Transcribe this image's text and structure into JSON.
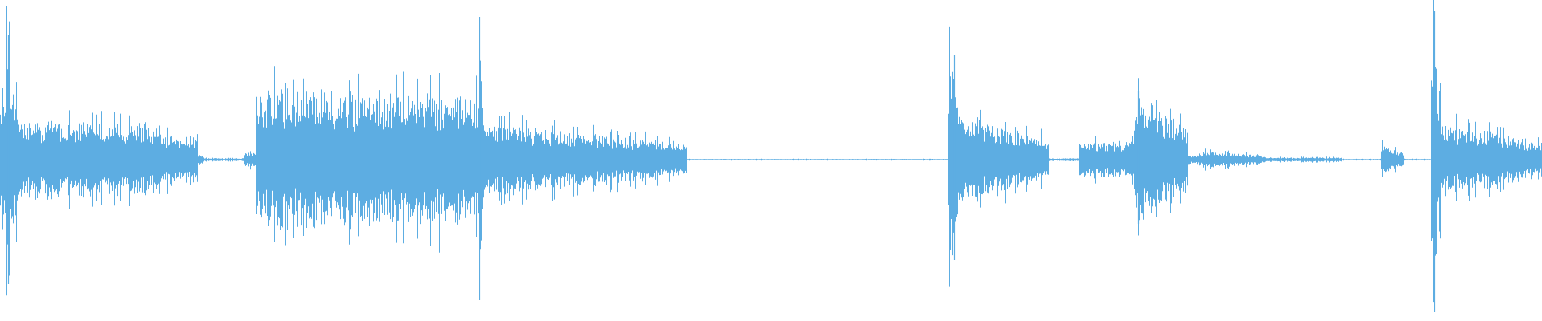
{
  "waveform": {
    "color": "#5dade2",
    "background": "#ffffff",
    "duration_fraction_shown": 1.0,
    "segments": [
      {
        "start": 0.0,
        "end": 0.004,
        "level": 0.55,
        "decay": false
      },
      {
        "start": 0.004,
        "end": 0.012,
        "level": 0.78,
        "decay": true
      },
      {
        "start": 0.012,
        "end": 0.06,
        "level": 0.26,
        "decay": false
      },
      {
        "start": 0.06,
        "end": 0.095,
        "level": 0.24,
        "decay": false
      },
      {
        "start": 0.095,
        "end": 0.128,
        "level": 0.17,
        "decay": false
      },
      {
        "start": 0.128,
        "end": 0.132,
        "level": 0.03,
        "decay": false
      },
      {
        "start": 0.132,
        "end": 0.158,
        "level": 0.01,
        "decay": false
      },
      {
        "start": 0.158,
        "end": 0.166,
        "level": 0.05,
        "decay": false
      },
      {
        "start": 0.166,
        "end": 0.31,
        "level": 0.45,
        "decay": false
      },
      {
        "start": 0.31,
        "end": 0.313,
        "level": 0.95,
        "decay": true
      },
      {
        "start": 0.313,
        "end": 0.445,
        "level": 0.25,
        "decay": true
      },
      {
        "start": 0.445,
        "end": 0.615,
        "level": 0.005,
        "decay": false
      },
      {
        "start": 0.615,
        "end": 0.623,
        "level": 0.7,
        "decay": true
      },
      {
        "start": 0.623,
        "end": 0.68,
        "level": 0.3,
        "decay": true
      },
      {
        "start": 0.68,
        "end": 0.7,
        "level": 0.01,
        "decay": false
      },
      {
        "start": 0.7,
        "end": 0.735,
        "level": 0.12,
        "decay": false
      },
      {
        "start": 0.735,
        "end": 0.77,
        "level": 0.45,
        "decay": true
      },
      {
        "start": 0.77,
        "end": 0.78,
        "level": 0.03,
        "decay": false
      },
      {
        "start": 0.78,
        "end": 0.82,
        "level": 0.06,
        "decay": true
      },
      {
        "start": 0.82,
        "end": 0.87,
        "level": 0.015,
        "decay": false
      },
      {
        "start": 0.87,
        "end": 0.895,
        "level": 0.005,
        "decay": false
      },
      {
        "start": 0.895,
        "end": 0.91,
        "level": 0.1,
        "decay": true
      },
      {
        "start": 0.91,
        "end": 0.928,
        "level": 0.005,
        "decay": false
      },
      {
        "start": 0.928,
        "end": 0.934,
        "level": 0.95,
        "decay": true
      },
      {
        "start": 0.934,
        "end": 1.0,
        "level": 0.25,
        "decay": true
      }
    ]
  }
}
